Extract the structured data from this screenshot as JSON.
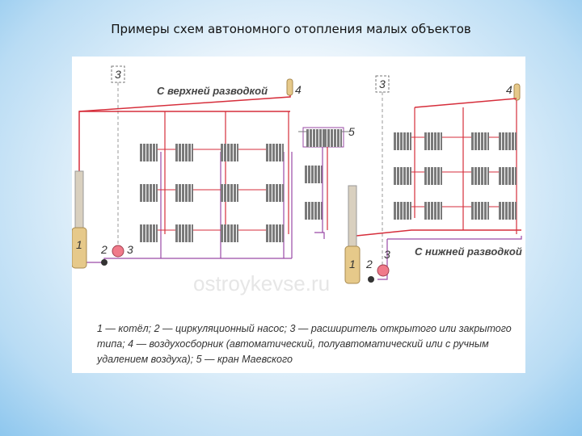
{
  "title": "Примеры схем автономного отопления малых объектов",
  "diagram": {
    "left_scheme_label": "С верхней разводкой",
    "right_scheme_label": "С нижней разводкой",
    "watermark": "ostroykevse.ru",
    "numbers": {
      "boiler": "1",
      "pump": "2",
      "expander": "3",
      "air_vent": "4",
      "mayevsky_valve": "5"
    },
    "legend": "1 — котёл; 2 — циркуляционный насос; 3 — расширитель открытого или закрытого типа; 4 — воздухосборник (автоматический, полуавтоматический или с ручным удалением воздуха); 5 — кран Маевского",
    "colors": {
      "supply": "#d62e3b",
      "return": "#9a4aa6",
      "boiler": "#e6c98a",
      "pump": "#f07a8a",
      "radiator": "#7f7f7f"
    }
  }
}
